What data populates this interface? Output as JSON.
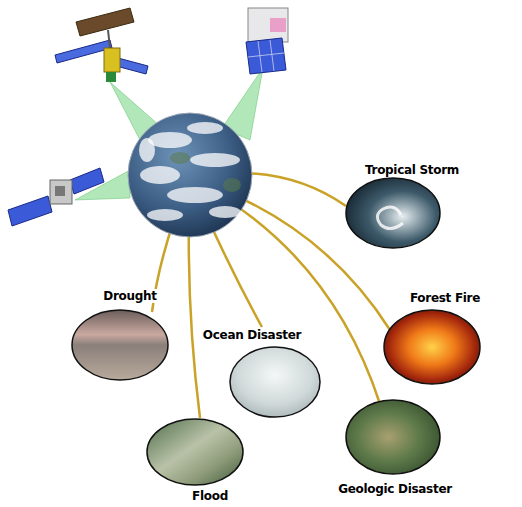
{
  "diagram": {
    "nodes": [
      {
        "text": [
          "Tropical Storm"
        ]
      },
      {
        "text": [
          "Drought"
        ]
      },
      {
        "text": [
          "Forest Fire"
        ]
      },
      {
        "text": [
          "Ocean Disaster"
        ]
      },
      {
        "text": [
          "Geologic Disaster"
        ]
      },
      {
        "text": [
          "Flood"
        ]
      }
    ]
  }
}
